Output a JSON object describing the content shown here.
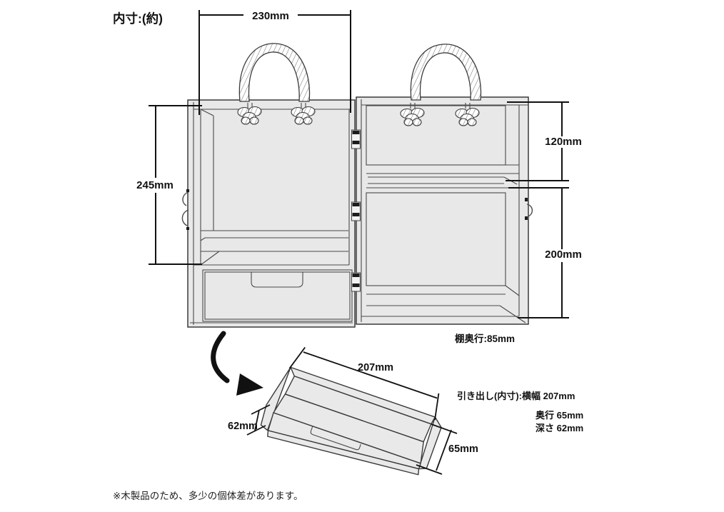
{
  "diagram": {
    "title": "内寸:(約)",
    "footnote": "※木製品のため、多少の個体差があります。"
  },
  "box_view": {
    "inner_width": "230mm",
    "left_inner_height": "245mm",
    "upper_right_height": "120mm",
    "lower_right_height": "200mm",
    "shelf_depth": "棚奥行:85mm"
  },
  "drawer_view": {
    "width_label": "207mm",
    "depth_label": "62mm",
    "side_label": "65mm",
    "spec_line1": "引き出し(内寸):横幅 207mm",
    "spec_line2": "奥行 65mm",
    "spec_line3": "深さ 62mm"
  },
  "colors": {
    "background": "#ffffff",
    "box_fill": "#e8e8e8",
    "line_color": "#2a2a2a"
  }
}
